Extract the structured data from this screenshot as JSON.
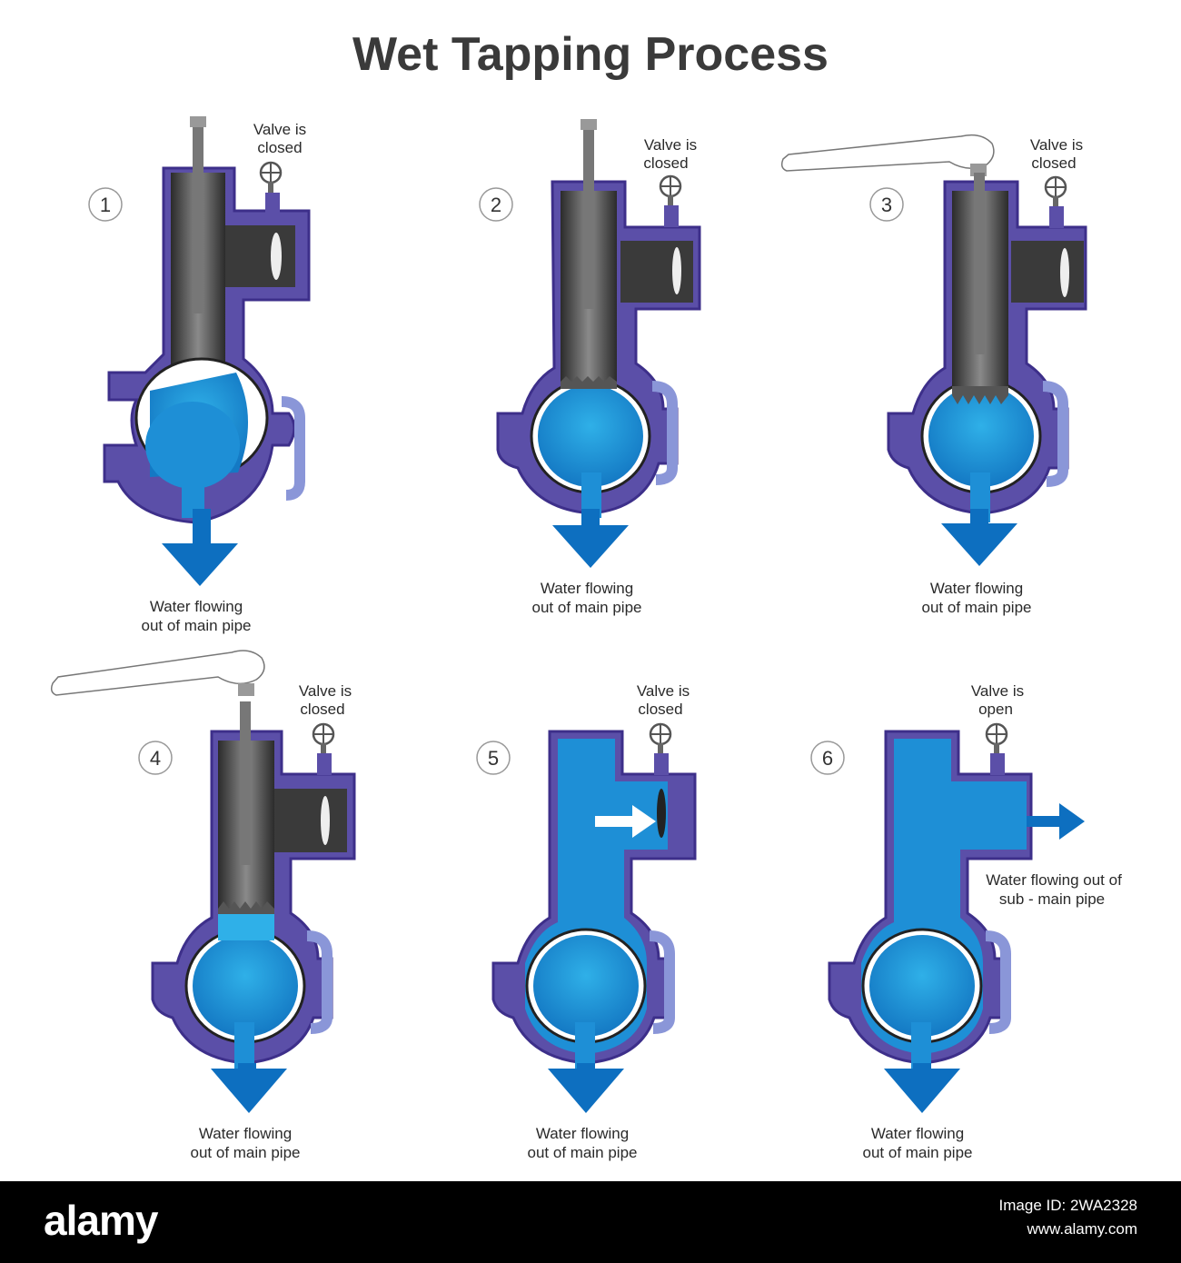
{
  "title": "Wet Tapping Process",
  "steps": [
    {
      "number": "1",
      "valve_line1": "Valve is",
      "valve_line2": "closed",
      "flow_line1": "Water flowing",
      "flow_line2": "out of main pipe"
    },
    {
      "number": "2",
      "valve_line1": "Valve is",
      "valve_line2": "closed",
      "flow_line1": "Water flowing",
      "flow_line2": "out of main pipe"
    },
    {
      "number": "3",
      "valve_line1": "Valve is",
      "valve_line2": "closed",
      "flow_line1": "Water flowing",
      "flow_line2": "out of main pipe"
    },
    {
      "number": "4",
      "valve_line1": "Valve is",
      "valve_line2": "closed",
      "flow_line1": "Water flowing",
      "flow_line2": "out of main pipe"
    },
    {
      "number": "5",
      "valve_line1": "Valve is",
      "valve_line2": "closed",
      "flow_line1": "Water flowing",
      "flow_line2": "out of main pipe"
    },
    {
      "number": "6",
      "valve_line1": "Valve is",
      "valve_line2": "open",
      "flow_line1": "Water flowing",
      "flow_line2": "out of main pipe"
    }
  ],
  "sub_pipe": {
    "line1": "Water flowing out of",
    "line2": "sub - main pipe"
  },
  "footer": {
    "logo": "alamy",
    "image_id": "Image ID: 2WA2328",
    "site": "www.alamy.com"
  },
  "colors": {
    "body": "#5b4fa8",
    "body_dark": "#3d2f8a",
    "water": "#1e8fd6",
    "water_light": "#2fb0e8",
    "arrow": "#0d6fc0",
    "tool": "#4d4d4d",
    "clamp": "#8a96d8"
  }
}
